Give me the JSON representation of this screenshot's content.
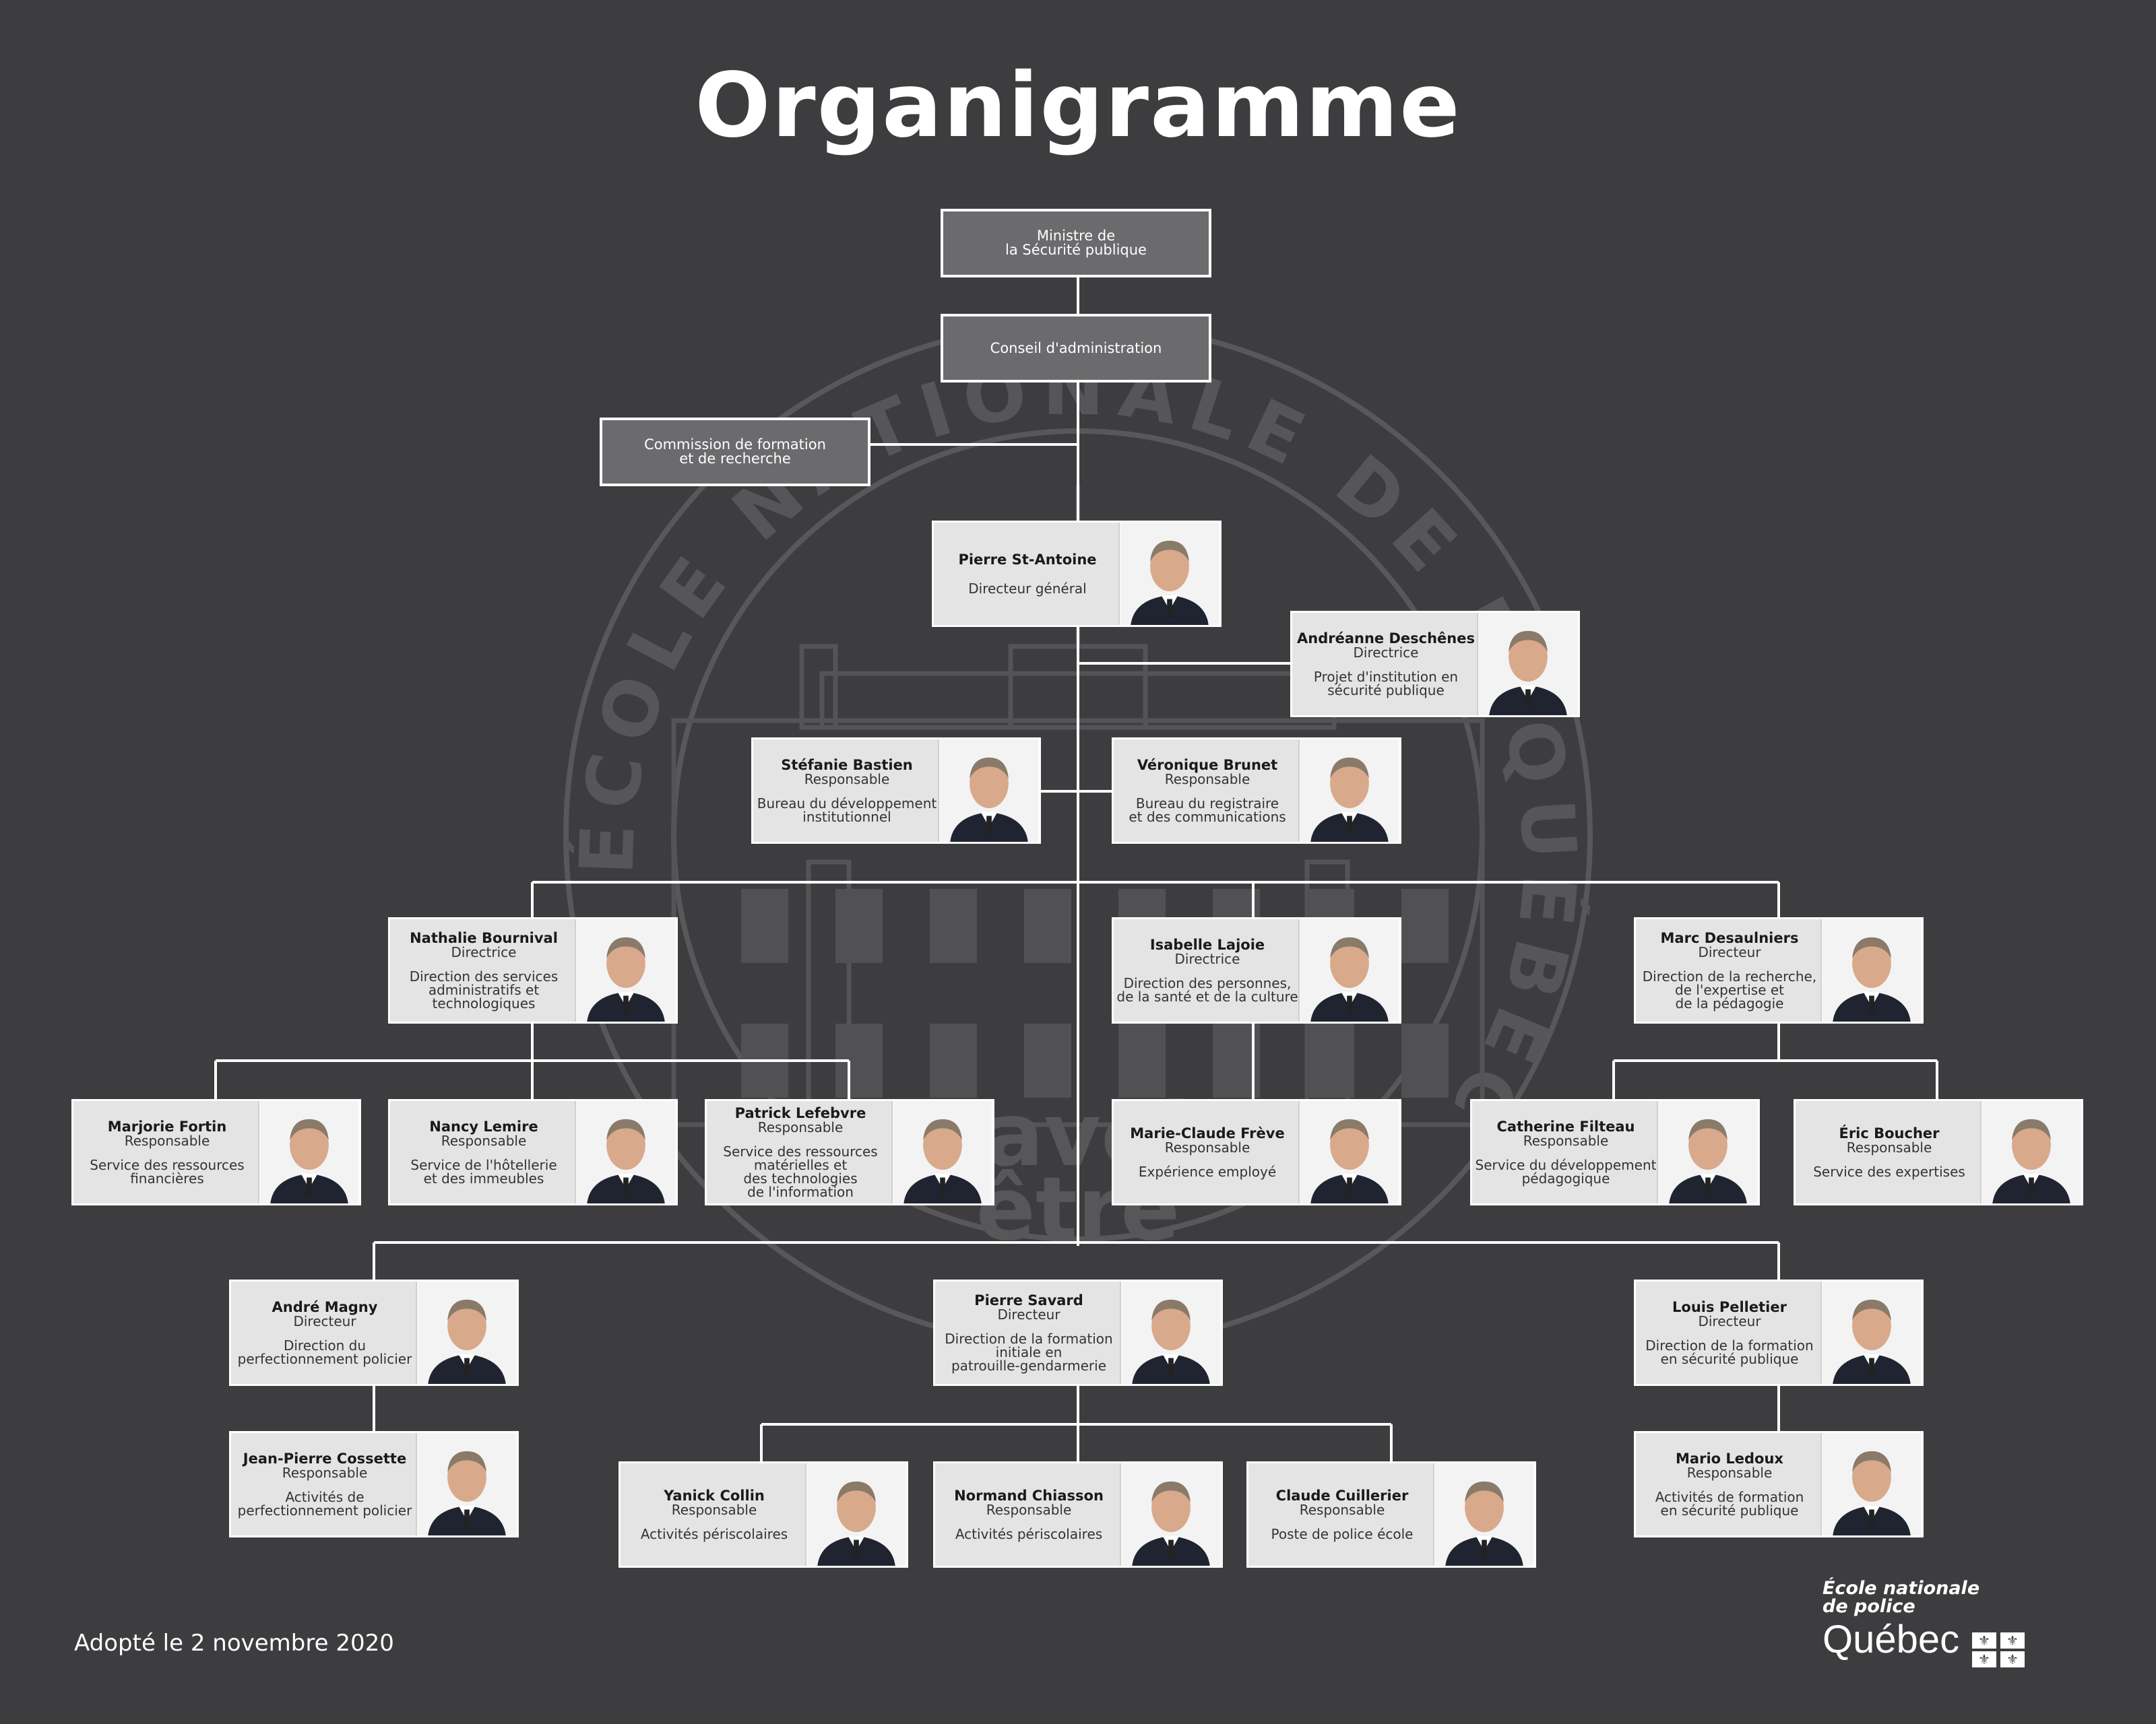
{
  "page": {
    "title": "Organigramme",
    "footer_note": "Adopté le 2 novembre 2020"
  },
  "branding": {
    "school": "École nationale\nde police",
    "quebec": "Québec"
  },
  "watermark": {
    "ring_text_top": "ÉCOLE NATIONALE DE POLICE",
    "ring_text_right": "QUÉBEC",
    "motto": [
      "Savoir",
      "être"
    ]
  },
  "governance": {
    "minister": "Ministre de\nla Sécurité publique",
    "board": "Conseil d'administration",
    "commission": "Commission de formation\net de recherche"
  },
  "people": {
    "pierre_st_antoine": {
      "name": "Pierre St-Antoine",
      "role": "Directeur général",
      "unit": ""
    },
    "andreanne_deschenes": {
      "name": "Andréanne Deschênes",
      "role": "Directrice",
      "unit": "Projet d'institution en\nsécurité publique"
    },
    "stefanie_bastien": {
      "name": "Stéfanie Bastien",
      "role": "Responsable",
      "unit": "Bureau du développement\ninstitutionnel"
    },
    "veronique_brunet": {
      "name": "Véronique Brunet",
      "role": "Responsable",
      "unit": "Bureau du registraire\net des communications"
    },
    "nathalie_bournival": {
      "name": "Nathalie Bournival",
      "role": "Directrice",
      "unit": "Direction des services\nadministratifs et\ntechnologiques"
    },
    "isabelle_lajoie": {
      "name": "Isabelle Lajoie",
      "role": "Directrice",
      "unit": "Direction des personnes,\nde la santé et de la culture"
    },
    "marc_desaulniers": {
      "name": "Marc Desaulniers",
      "role": "Directeur",
      "unit": "Direction de la recherche,\nde l'expertise et\nde la pédagogie"
    },
    "marjorie_fortin": {
      "name": "Marjorie Fortin",
      "role": "Responsable",
      "unit": "Service des ressources\nfinancières"
    },
    "nancy_lemire": {
      "name": "Nancy Lemire",
      "role": "Responsable",
      "unit": "Service de l'hôtellerie\net des immeubles"
    },
    "patrick_lefebvre": {
      "name": "Patrick Lefebvre",
      "role": "Responsable",
      "unit": "Service des ressources\nmatérielles et\ndes  technologies\nde l'information"
    },
    "marie_claude_freve": {
      "name": "Marie-Claude Frève",
      "role": "Responsable",
      "unit": "Expérience employé"
    },
    "catherine_filteau": {
      "name": "Catherine Filteau",
      "role": "Responsable",
      "unit": "Service du développement\npédagogique"
    },
    "eric_boucher": {
      "name": "Éric Boucher",
      "role": "Responsable",
      "unit": "Service des expertises"
    },
    "andre_magny": {
      "name": "André Magny",
      "role": "Directeur",
      "unit": "Direction du\nperfectionnement policier"
    },
    "pierre_savard": {
      "name": "Pierre Savard",
      "role": "Directeur",
      "unit": "Direction de la formation\ninitiale en\npatrouille-gendarmerie"
    },
    "louis_pelletier": {
      "name": "Louis Pelletier",
      "role": "Directeur",
      "unit": "Direction de la formation\nen sécurité publique"
    },
    "jean_pierre_cossette": {
      "name": "Jean-Pierre Cossette",
      "role": "Responsable",
      "unit": "Activités de\nperfectionnement policier"
    },
    "yanick_collin": {
      "name": "Yanick Collin",
      "role": "Responsable",
      "unit": "Activités périscolaires"
    },
    "normand_chiasson": {
      "name": "Normand Chiasson",
      "role": "Responsable",
      "unit": "Activités périscolaires"
    },
    "claude_cuillerier": {
      "name": "Claude Cuillerier",
      "role": "Responsable",
      "unit": "Poste de police école"
    },
    "mario_ledoux": {
      "name": "Mario Ledoux",
      "role": "Responsable",
      "unit": "Activités de formation\nen sécurité publique"
    }
  },
  "colors": {
    "background": "#3d3d3f",
    "governance_box": "#6b6b6e",
    "card_background": "#e4e4e4",
    "connector": "#ffffff",
    "watermark": "#5a5a5d"
  }
}
